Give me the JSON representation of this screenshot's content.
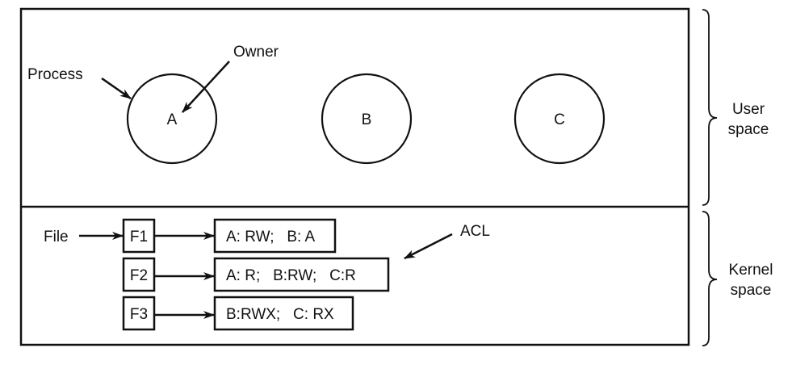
{
  "diagram": {
    "type": "protection-domain-acl",
    "regions": {
      "user": {
        "label_line1": "User",
        "label_line2": "space"
      },
      "kernel": {
        "label_line1": "Kernel",
        "label_line2": "space"
      }
    },
    "processes": [
      {
        "id": "A",
        "label": "A"
      },
      {
        "id": "B",
        "label": "B"
      },
      {
        "id": "C",
        "label": "C"
      }
    ],
    "annotations": {
      "process": "Process",
      "owner": "Owner",
      "file": "File",
      "acl": "ACL"
    },
    "files": [
      {
        "name": "F1",
        "acl": "A: RW;   B: A"
      },
      {
        "name": "F2",
        "acl": "A: R;   B:RW;   C:R"
      },
      {
        "name": "F3",
        "acl": "B:RWX;   C: RX"
      }
    ],
    "colors": {
      "line": "#111111",
      "background": "#ffffff"
    }
  }
}
